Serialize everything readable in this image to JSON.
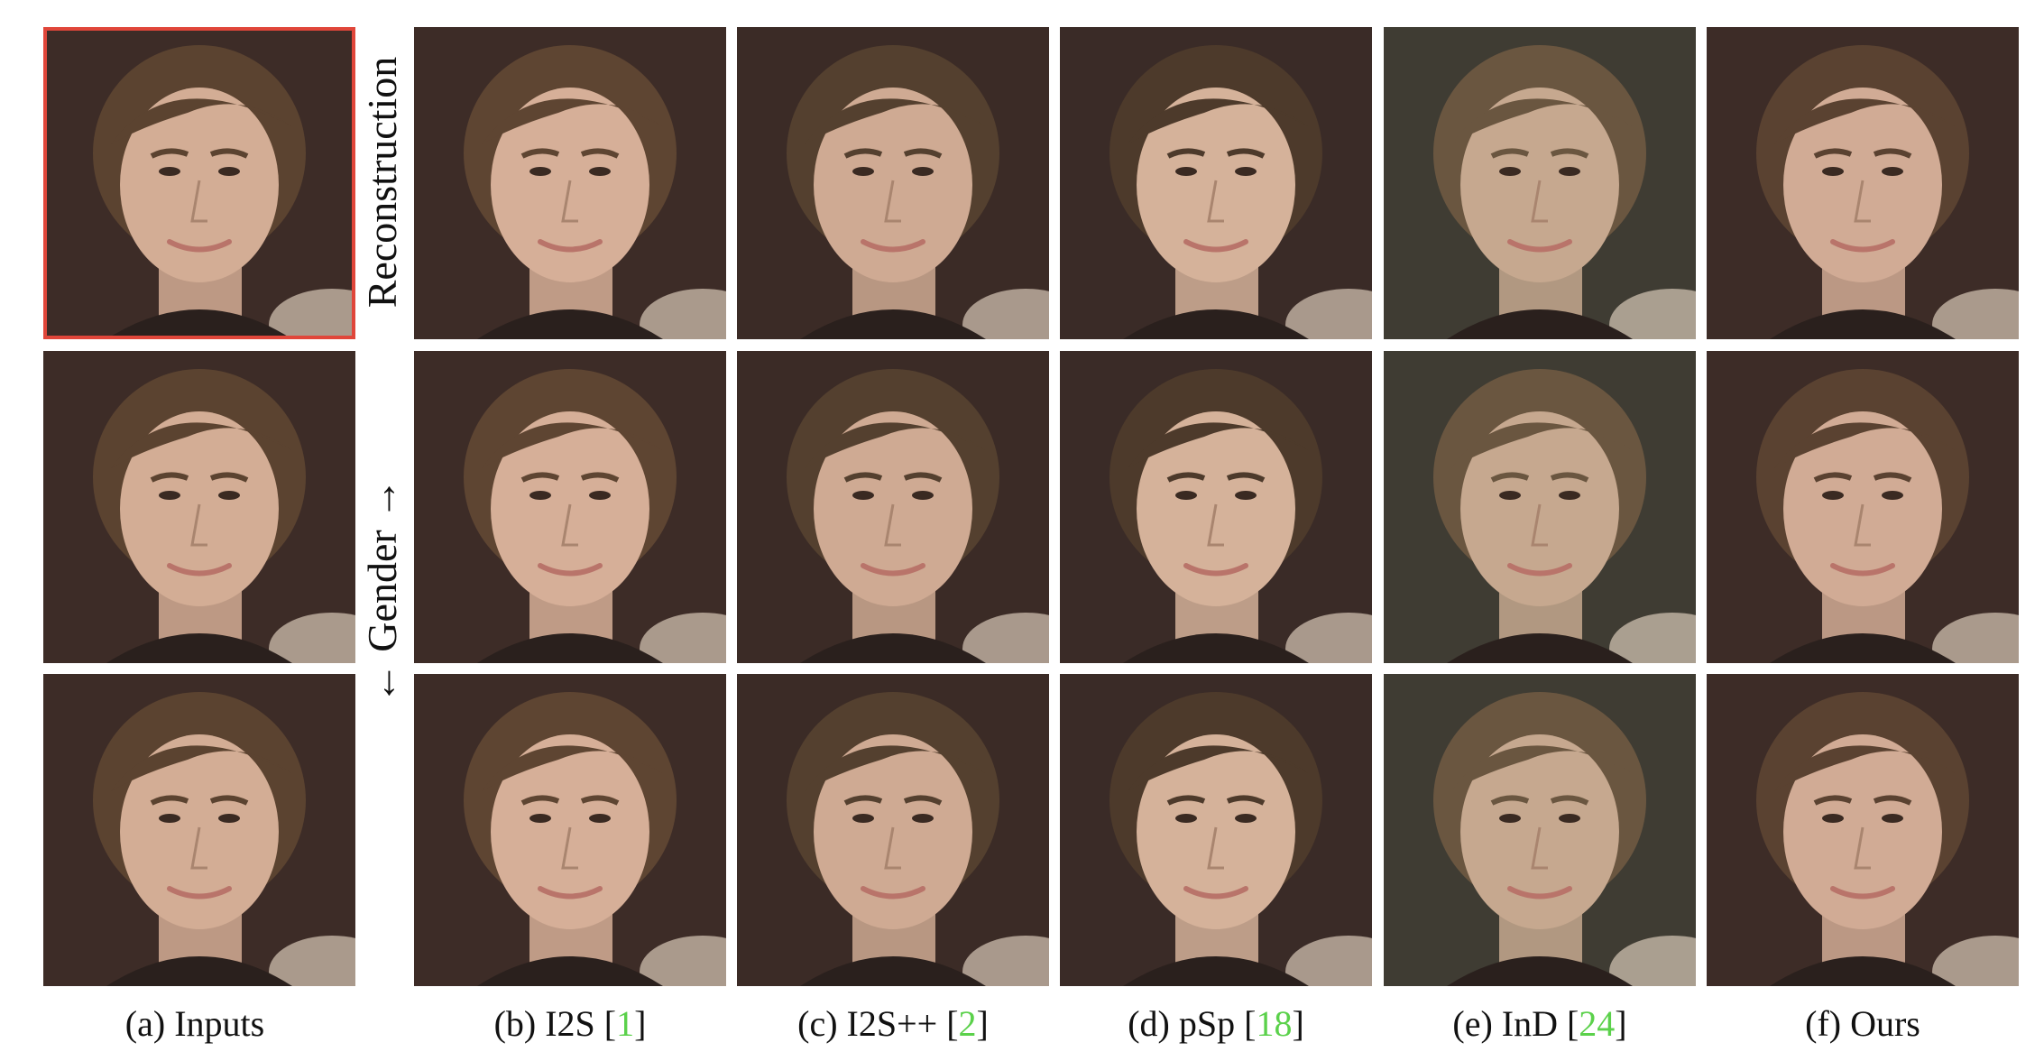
{
  "row_labels": [
    "Reconstruction",
    "← Gender →"
  ],
  "columns": [
    {
      "label": "(a) Inputs",
      "ref": ""
    },
    {
      "label": "(b) I2S",
      "ref": "1"
    },
    {
      "label": "(c) I2S++",
      "ref": "2"
    },
    {
      "label": "(d) pSp",
      "ref": "18"
    },
    {
      "label": "(e) InD",
      "ref": "24"
    },
    {
      "label": "(f) Ours",
      "ref": ""
    }
  ],
  "colors": {
    "highlight_border": "#e0463a",
    "reference_link": "#5bd14b",
    "background_dark": "#3d2c27",
    "background_muted": "#3f3c33"
  },
  "icons": [
    "face-portrait-icon"
  ]
}
